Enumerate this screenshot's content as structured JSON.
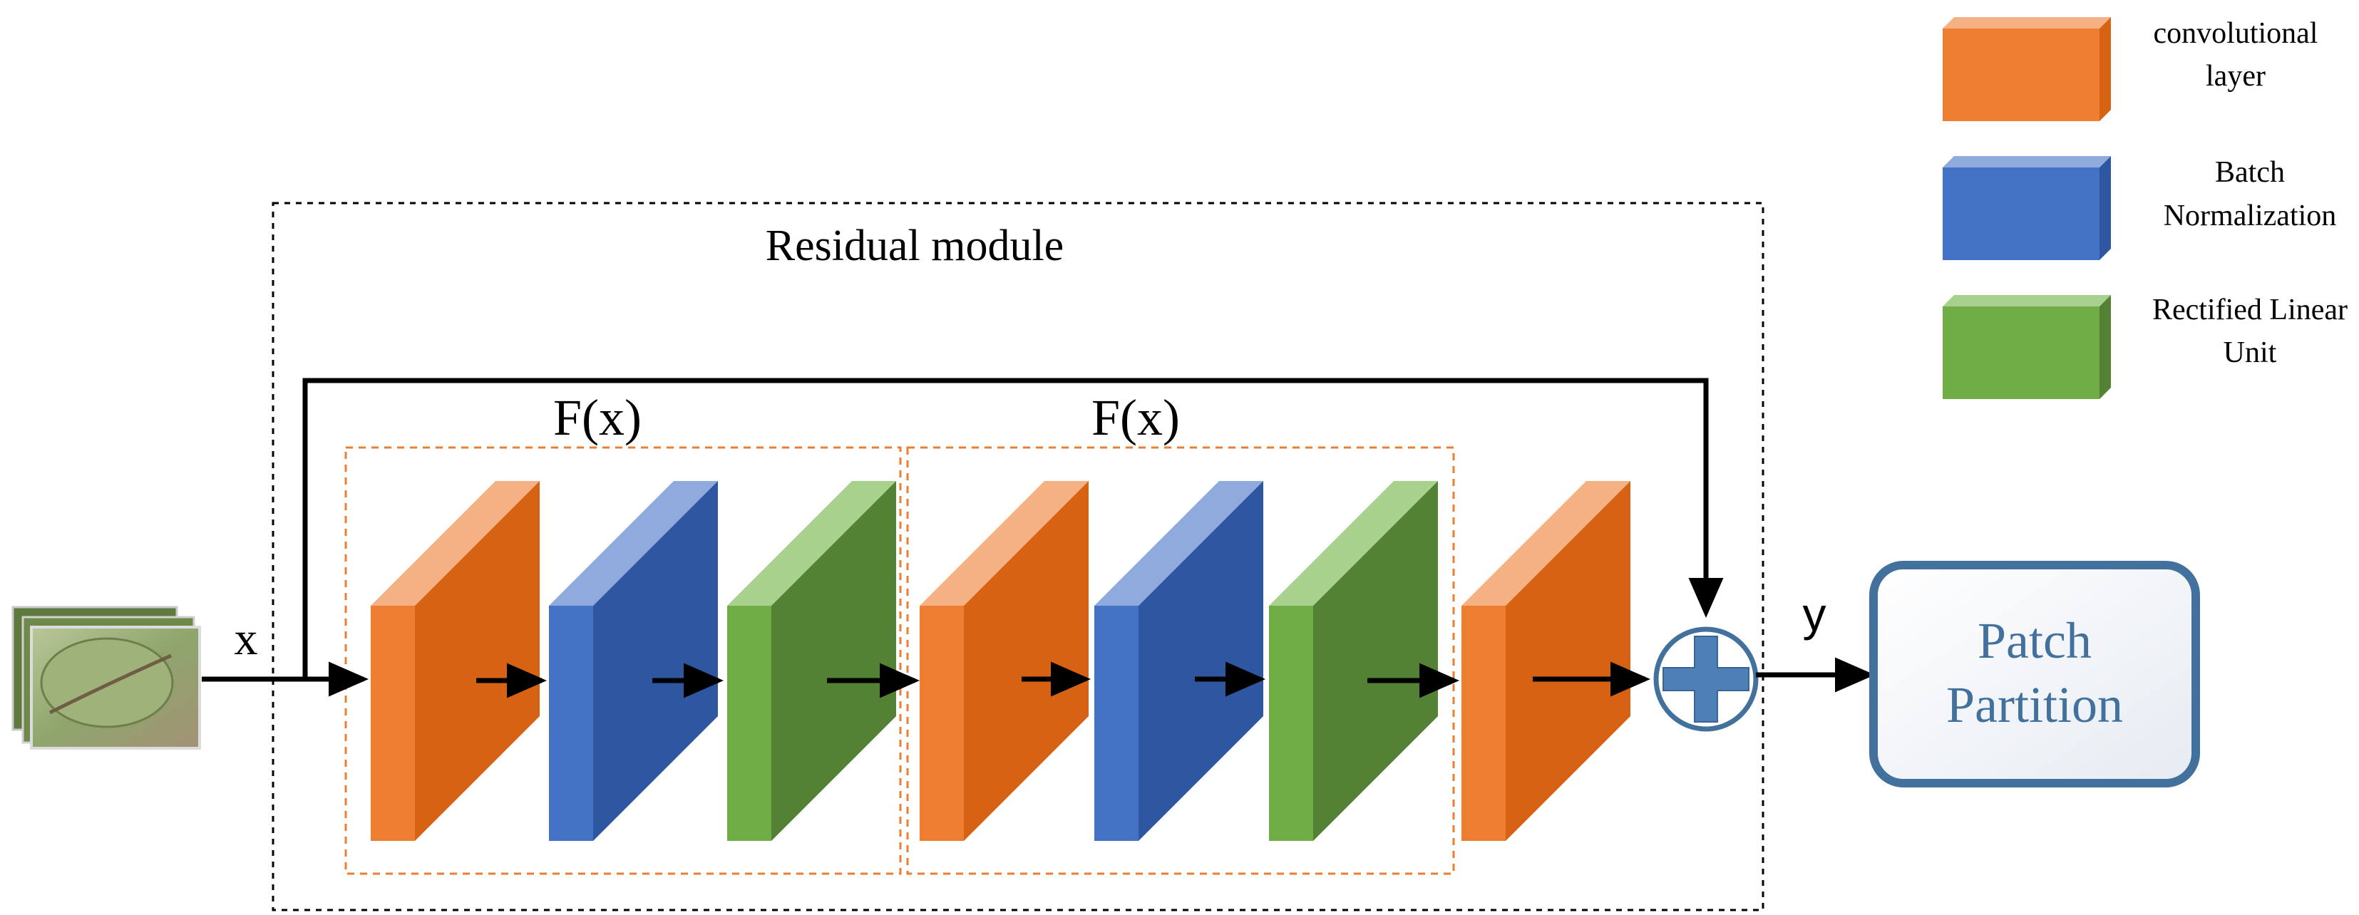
{
  "module": {
    "title": "Residual module"
  },
  "blocks": [
    {
      "fx_label": "F(x)"
    },
    {
      "fx_label": "F(x)"
    }
  ],
  "signals": {
    "input": "x",
    "output": "y"
  },
  "output_box": {
    "line1": "Patch",
    "line2": "Partition"
  },
  "legend": [
    {
      "lines": [
        "convolutional",
        "layer"
      ],
      "color": "#ED7D31",
      "layer_type": "conv"
    },
    {
      "lines": [
        "Batch",
        "Normalization"
      ],
      "color": "#4472C4",
      "layer_type": "bn"
    },
    {
      "lines": [
        "Rectified Linear",
        "Unit"
      ],
      "color": "#70AD47",
      "layer_type": "relu"
    }
  ],
  "sequence": [
    "conv",
    "bn",
    "relu",
    "conv",
    "bn",
    "relu",
    "conv"
  ],
  "colors": {
    "conv": {
      "front": "#ED7D31",
      "top": "#F4B183",
      "side": "#D86213"
    },
    "bn": {
      "front": "#4472C4",
      "top": "#8FAADC",
      "side": "#2F56A0"
    },
    "relu": {
      "front": "#70AD47",
      "top": "#A9D18E",
      "side": "#548235"
    },
    "adder": "#4E7FB6",
    "patch_border": "#41719C",
    "patch_text": "#41719C",
    "dash_orange": "#ED7D31"
  }
}
